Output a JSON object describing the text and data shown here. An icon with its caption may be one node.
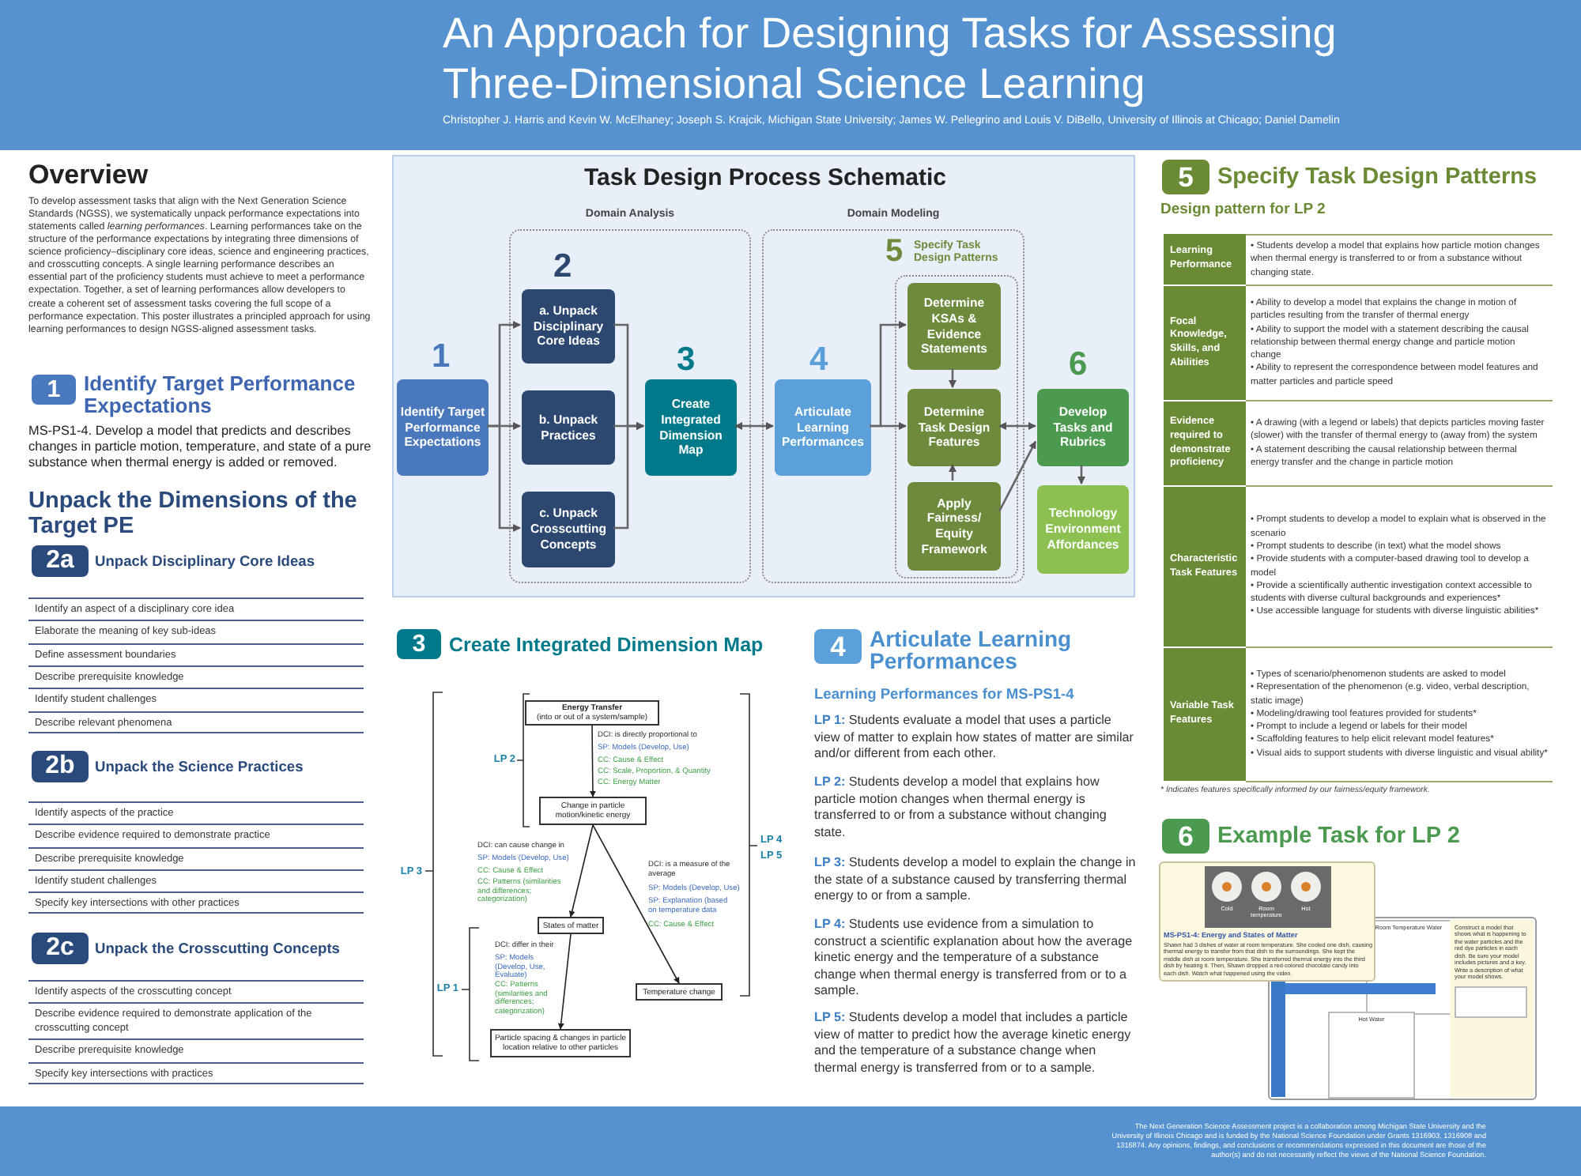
{
  "diagram": {
    "title": "An Approach for Designing Tasks for Assessing Three-Dimensional Science Learning",
    "nodes": [
      {
        "text": [
          "Task Design Process Schematic"
        ]
      },
      {
        "text": [
          "Domain Analysis"
        ],
        "in": 0
      },
      {
        "text": [
          "Domain Modeling"
        ],
        "in": 0
      },
      {
        "text": [
          "5",
          "Specify Task Design Patterns"
        ],
        "in": 2
      },
      {
        "text": [
          "Identify Target Performance Expectations"
        ],
        "beside": [
          "1"
        ],
        "in": 0
      },
      {
        "text": [
          "a. Unpack Disciplinary Core Ideas"
        ],
        "beside": [
          "2"
        ],
        "in": 1
      },
      {
        "text": [
          "b. Unpack Practices"
        ],
        "in": 1
      },
      {
        "text": [
          "c. Unpack Crosscutting Concepts"
        ],
        "in": 1
      },
      {
        "text": [
          "Create Integrated Dimension Map"
        ],
        "beside": [
          "3"
        ],
        "in": 1
      },
      {
        "text": [
          "Articulate Learning Performances"
        ],
        "beside": [
          "4"
        ],
        "in": 2
      },
      {
        "text": [
          "Determine KSAs & Evidence Statements"
        ],
        "in": 3
      },
      {
        "text": [
          "Determine Task Design Features"
        ],
        "in": 3
      },
      {
        "text": [
          "Apply Fairness/ Equity Framework"
        ],
        "in": 3
      },
      {
        "text": [
          "Develop Tasks and Rubrics"
        ],
        "beside": [
          "6"
        ],
        "in": 0
      },
      {
        "text": [
          "Technology Environment Affordances"
        ],
        "in": 0
      },
      {
        "text": [
          "Energy Transfer",
          "(into or out of a system/sample)"
        ]
      },
      {
        "text": [
          "Change in particle motion/kinetic energy"
        ]
      },
      {
        "text": [
          "States of matter"
        ]
      },
      {
        "text": [
          "Temperature change"
        ]
      },
      {
        "text": [
          "Particle spacing & changes in particle location relative to other particles"
        ]
      }
    ],
    "edges": [
      {
        "from": 4,
        "to": 5,
        "arrow": "to"
      },
      {
        "from": 4,
        "to": 6,
        "arrow": "to"
      },
      {
        "from": 4,
        "to": 7,
        "arrow": "to"
      },
      {
        "from": 5,
        "to": 8,
        "arrow": "to"
      },
      {
        "from": 6,
        "to": 8,
        "arrow": "to"
      },
      {
        "from": 7,
        "to": 8,
        "arrow": "to"
      },
      {
        "from": 8,
        "to": 9,
        "arrow": "both"
      },
      {
        "from": 9,
        "to": 10,
        "arrow": "to"
      },
      {
        "from": 9,
        "to": 11,
        "arrow": "to"
      },
      {
        "from": 10,
        "to": 11,
        "arrow": "to"
      },
      {
        "from": 12,
        "to": 11,
        "arrow": "to"
      },
      {
        "from": 11,
        "to": 13,
        "arrow": "both"
      },
      {
        "from": 12,
        "to": 13,
        "arrow": "to"
      },
      {
        "from": 13,
        "to": 14,
        "arrow": "to"
      },
      {
        "from": 15,
        "to": 16,
        "arrow": "to"
      },
      {
        "from": 16,
        "to": 17,
        "arrow": "to"
      },
      {
        "from": 16,
        "to": 18,
        "arrow": "to"
      },
      {
        "from": 17,
        "to": 19,
        "arrow": "to"
      }
    ],
    "labels": [
      "Christopher J. Harris and Kevin W. McElhaney; Joseph S. Krajcik, Michigan State University; James W. Pellegrino and Louis V. DiBello, University of Illinois at Chicago; Daniel Damelin",
      "Overview",
      "To develop assessment tasks that align with the Next Generation Science Standards (NGSS), we systematically unpack performance expectations into statements called *learning performances*. Learning performances take on the structure of the performance expectations by integrating three dimensions of science proficiency–disciplinary core ideas, science and engineering practices, and crosscutting concepts. A single learning performance describes an essential part of the proficiency students must achieve to meet a performance expectation. Together, a set of learning performances allow developers to create a coherent set of assessment tasks covering the full scope of a performance expectation. This poster illustrates a principled approach for using learning performances to design NGSS-aligned assessment tasks.",
      "1",
      "Identify Target Performance Expectations",
      "MS-PS1-4. Develop a model that predicts and describes changes in particle motion, temperature, and state of a pure substance when thermal energy is added or removed.",
      "Unpack the Dimensions of the Target PE",
      "2a",
      "Unpack Disciplinary Core Ideas",
      "Identify an aspect of a disciplinary core idea",
      "Elaborate the meaning of key sub-ideas",
      "Define assessment boundaries",
      "Describe prerequisite knowledge",
      "Identify student challenges",
      "Describe relevant phenomena",
      "2b",
      "Unpack the Science Practices",
      "Identify aspects of the practice",
      "Describe evidence required to demonstrate practice",
      "Describe prerequisite knowledge",
      "Identify student challenges",
      "Specify key intersections with other practices",
      "2c",
      "Unpack the Crosscutting Concepts",
      "Identify aspects of the crosscutting concept",
      "Describe evidence required to demonstrate application of the crosscutting concept",
      "Describe prerequisite knowledge",
      "Specify key intersections with practices",
      "3",
      "Create Integrated Dimension Map",
      "LP 2",
      "DCI: is directly proportional to",
      "SP: Models (Develop, Use)",
      "CC: Cause & Effect",
      "CC: Scale, Proportion, & Quantity",
      "CC: Energy Matter",
      "LP 3",
      "DCI: can cause change in",
      "SP: Models (Develop, Use)",
      "CC: Cause & Effect",
      "CC: Patterns (similarities and differences; categorization)",
      "DCI: is a measure of the average",
      "SP: Models (Develop, Use)",
      "SP: Explanation (based on temperature data",
      "CC: Cause & Effect",
      "LP 4",
      "LP 5",
      "LP 1",
      "DCI: differ in their",
      "SP: Models (Develop, Use, Evaluate)",
      "CC: Patterns (similarities and differences; categorization)",
      "4",
      "Articulate Learning Performances",
      "Learning Performances for MS-PS1-4",
      "**LP 1:** Students evaluate a model that uses a particle view of matter to explain how states of matter are similar and/or different from each other.",
      "**LP 2:** Students develop a model that explains how particle motion changes when thermal energy is transferred to or from a substance without changing state.",
      "**LP 3:** Students develop a model to explain the change in the state of a substance caused by transferring thermal energy to or from a sample.",
      "**LP 4:** Students use evidence from a simulation to construct a scientific explanation about how the average kinetic energy and the temperature of a substance change when thermal energy is transferred from or to a sample.",
      "**LP 5:** Students develop a model that includes a particle view of matter to predict how the average kinetic energy and the temperature of a substance change when thermal energy is transferred from or to a sample.",
      "5",
      "Specify Task Design Patterns",
      "Design pattern for LP 2",
      "Learning Performance",
      "• Students develop a model that explains how particle motion changes when thermal energy is transferred to or from a substance without changing state.",
      "Focal Knowledge, Skills, and Abilities",
      "• Ability to develop a model that explains the change in motion of particles resulting from the transfer of thermal energy",
      "• Ability to support the model with a statement describing the causal relationship between thermal energy change and particle motion change",
      "• Ability to represent the correspondence between model features and matter particles and particle speed",
      "Evidence required to demonstrate proficiency",
      "• A drawing (with a legend or labels) that depicts particles moving faster (slower) with the transfer of thermal energy to (away from) the system",
      "• A statement describing the causal relationship between thermal energy transfer and the change in particle motion",
      "Characteristic Task Features",
      "• Prompt students to develop a model to explain what is observed in the scenario",
      "• Prompt students to describe (in text) what the model shows",
      "• Provide students with a computer-based drawing tool to develop a model",
      "• Provide a scientifically authentic investigation context accessible to students with diverse cultural backgrounds and experiences*",
      "• Use accessible language for students with diverse linguistic abilities*",
      "Variable Task Features",
      "• Types of scenario/phenomenon students are asked to model",
      "• Representation of the phenomenon (e.g. video, verbal description, static image)",
      "• Modeling/drawing tool features provided for students*",
      "• Prompt to include a legend or labels for their model",
      "• Scaffolding features to help elicit relevant model features*",
      "• Visual aids to support students with diverse linguistic and visual ability*",
      "* Indicates features specifically informed by our fairness/equity framework.",
      "6",
      "Example Task for LP 2",
      "Cold",
      "Room temperature",
      "Hot",
      "MS-PS1-4: Energy and States of Matter",
      "Shawn had 3 dishes of water at room temperature. She cooled one dish, causing thermal energy to transfer from that dish to the surroundings. She kept the middle dish at room temperature. She transferred thermal energy into the third dish by heating it. Then, Shawn dropped a red-colored chocolate candy into each dish. Watch what happened using the video.",
      "Room Temperature Water",
      "Construct a model that shows what is happening to the water particles and the red dye particles in each dish. Be sure your model includes pictures and a key.",
      "Write a description of what your model shows.",
      "Hot Water",
      "The Next Generation Science Assessment project is a collaboration among Michigan State University and the University of Illinois Chicago and is funded by the National Science Foundation under Grants 1316903, 1316908 and 1316874. Any opinions, findings, and conclusions or recommendations expressed in this document are those of the author(s) and do not necessarily reflect the views of the National Science Foundation."
    ]
  }
}
